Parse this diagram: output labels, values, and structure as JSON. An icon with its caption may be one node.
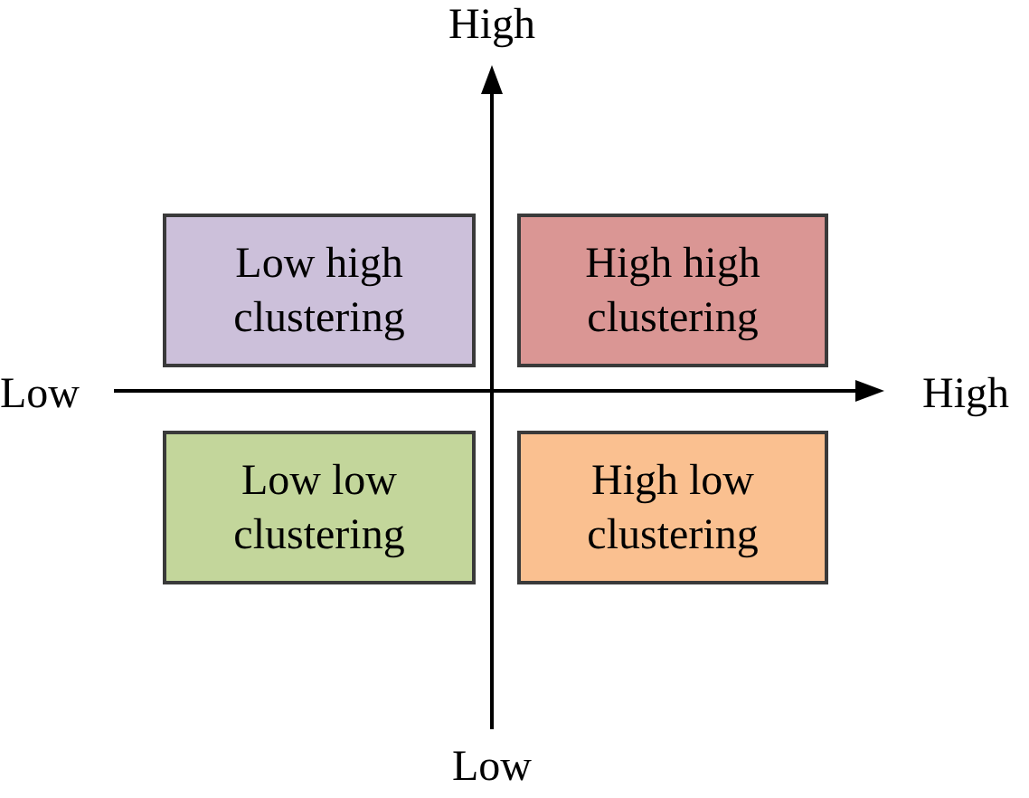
{
  "diagram": {
    "nodes": [
      {
        "text": [
          "Low high clustering"
        ]
      },
      {
        "text": [
          "High high clustering"
        ]
      },
      {
        "text": [
          "Low low clustering"
        ]
      },
      {
        "text": [
          "High low clustering"
        ]
      }
    ],
    "labels": [
      "High",
      "Low",
      "High",
      "Low"
    ]
  }
}
